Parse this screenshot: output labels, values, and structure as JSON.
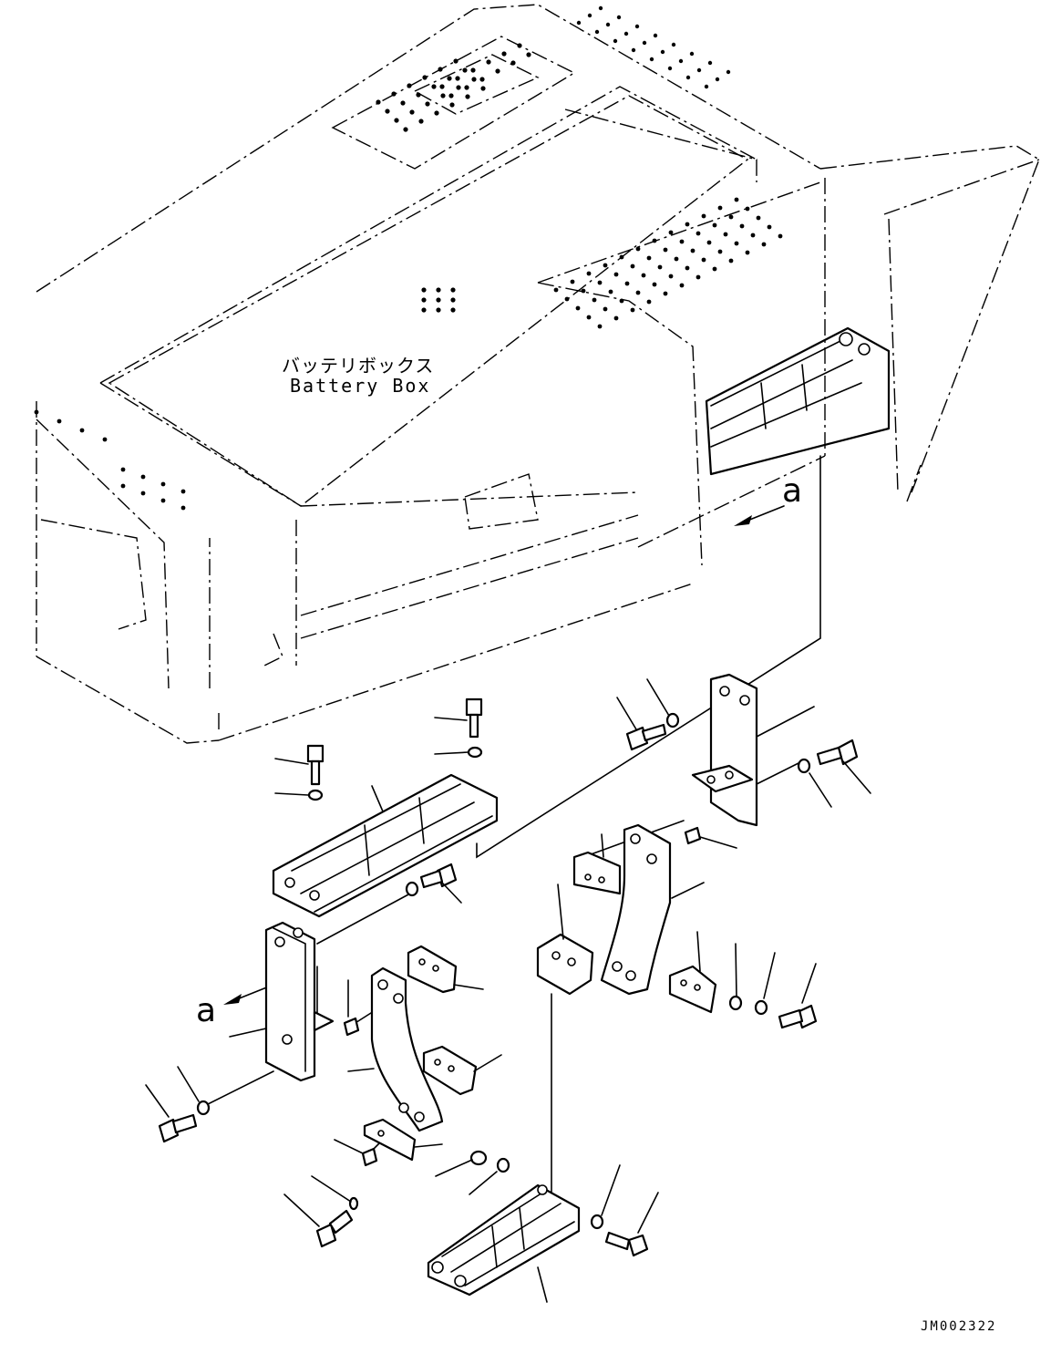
{
  "labels": {
    "battery_box_jp": "バッテリボックス",
    "battery_box_en": "Battery Box",
    "view_a_upper": "a",
    "view_a_lower": "a",
    "drawing_code": "JM002322"
  },
  "icons": [
    "bolt-icon",
    "washer-icon",
    "nut-icon",
    "spacer-icon",
    "step-bracket-icon",
    "step-tread-icon"
  ],
  "colors": {
    "line": "#000000",
    "background": "#ffffff"
  }
}
